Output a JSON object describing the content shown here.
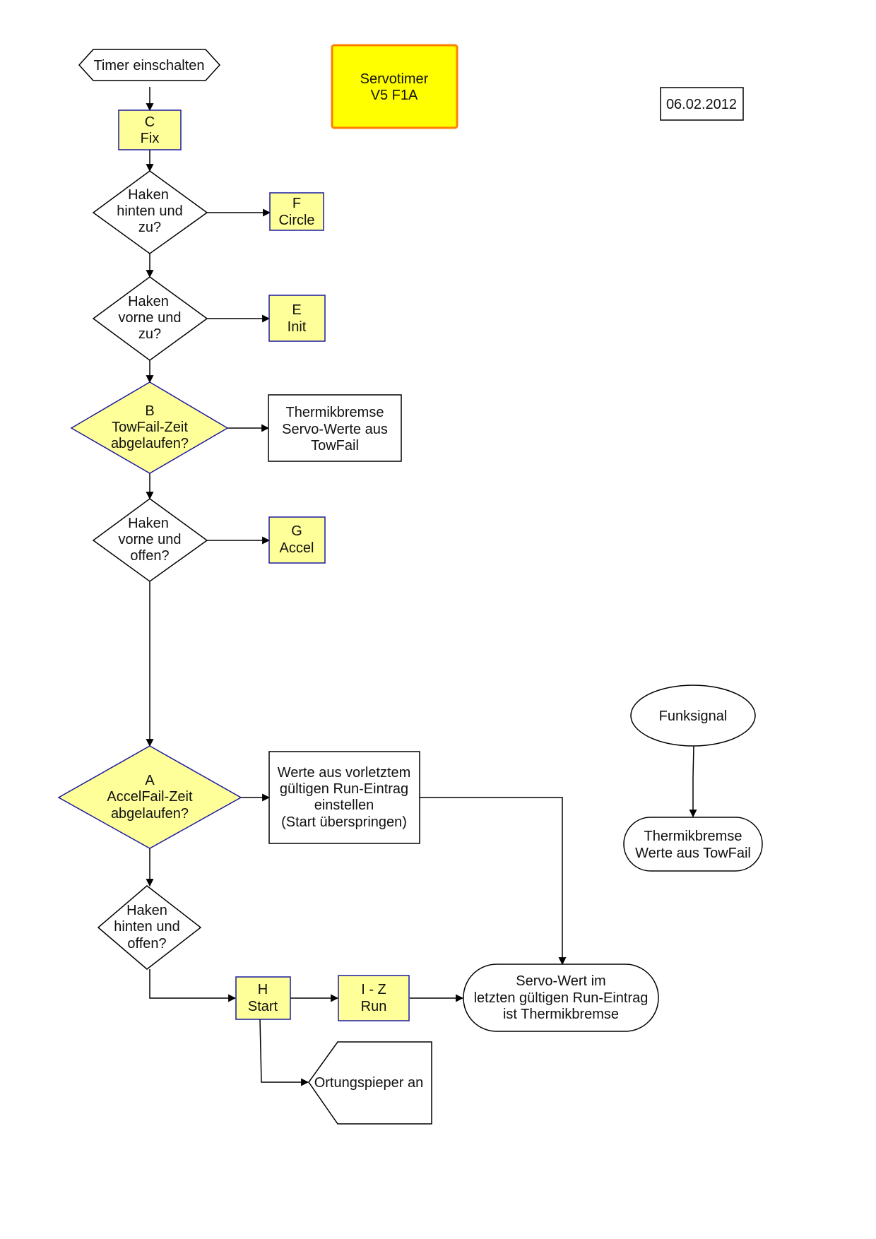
{
  "colors": {
    "yellow_fill": "#FFFF99",
    "blue_border": "#1A1AA0",
    "title_fill": "#FFFF00",
    "title_border": "#FF8000",
    "line": "#000000"
  },
  "title": {
    "line1": "Servotimer",
    "line2": "V5 F1A"
  },
  "date": "06.02.2012",
  "nodes": {
    "start": "Timer einschalten",
    "c": {
      "line1": "C",
      "line2": "Fix"
    },
    "d1": {
      "line1": "Haken",
      "line2": "hinten und",
      "line3": "zu?"
    },
    "f": {
      "line1": "F",
      "line2": "Circle"
    },
    "d2": {
      "line1": "Haken",
      "line2": "vorne und",
      "line3": "zu?"
    },
    "e": {
      "line1": "E",
      "line2": "Init"
    },
    "b": {
      "line1": "B",
      "line2": "TowFail-Zeit",
      "line3": "abgelaufen?"
    },
    "thermik1": {
      "line1": "Thermikbremse",
      "line2": "Servo-Werte aus",
      "line3": "TowFail"
    },
    "d3": {
      "line1": "Haken",
      "line2": "vorne und",
      "line3": "offen?"
    },
    "g": {
      "line1": "G",
      "line2": "Accel"
    },
    "a": {
      "line1": "A",
      "line2": "AccelFail-Zeit",
      "line3": "abgelaufen?"
    },
    "werte": {
      "line1": "Werte aus vorletztem",
      "line2": "gültigen Run-Eintrag",
      "line3": "einstellen",
      "line4": "(Start überspringen)"
    },
    "d4": {
      "line1": "Haken",
      "line2": "hinten und",
      "line3": "offen?"
    },
    "h": {
      "line1": "H",
      "line2": "Start"
    },
    "run": {
      "line1": "I - Z",
      "line2": "Run"
    },
    "servo": {
      "line1": "Servo-Wert im",
      "line2": "letzten gültigen Run-Eintrag",
      "line3": "ist Thermikbremse"
    },
    "ortung": "Ortungspieper an",
    "funk": "Funksignal",
    "thermik2": {
      "line1": "Thermikbremse",
      "line2": "Werte aus TowFail"
    }
  }
}
